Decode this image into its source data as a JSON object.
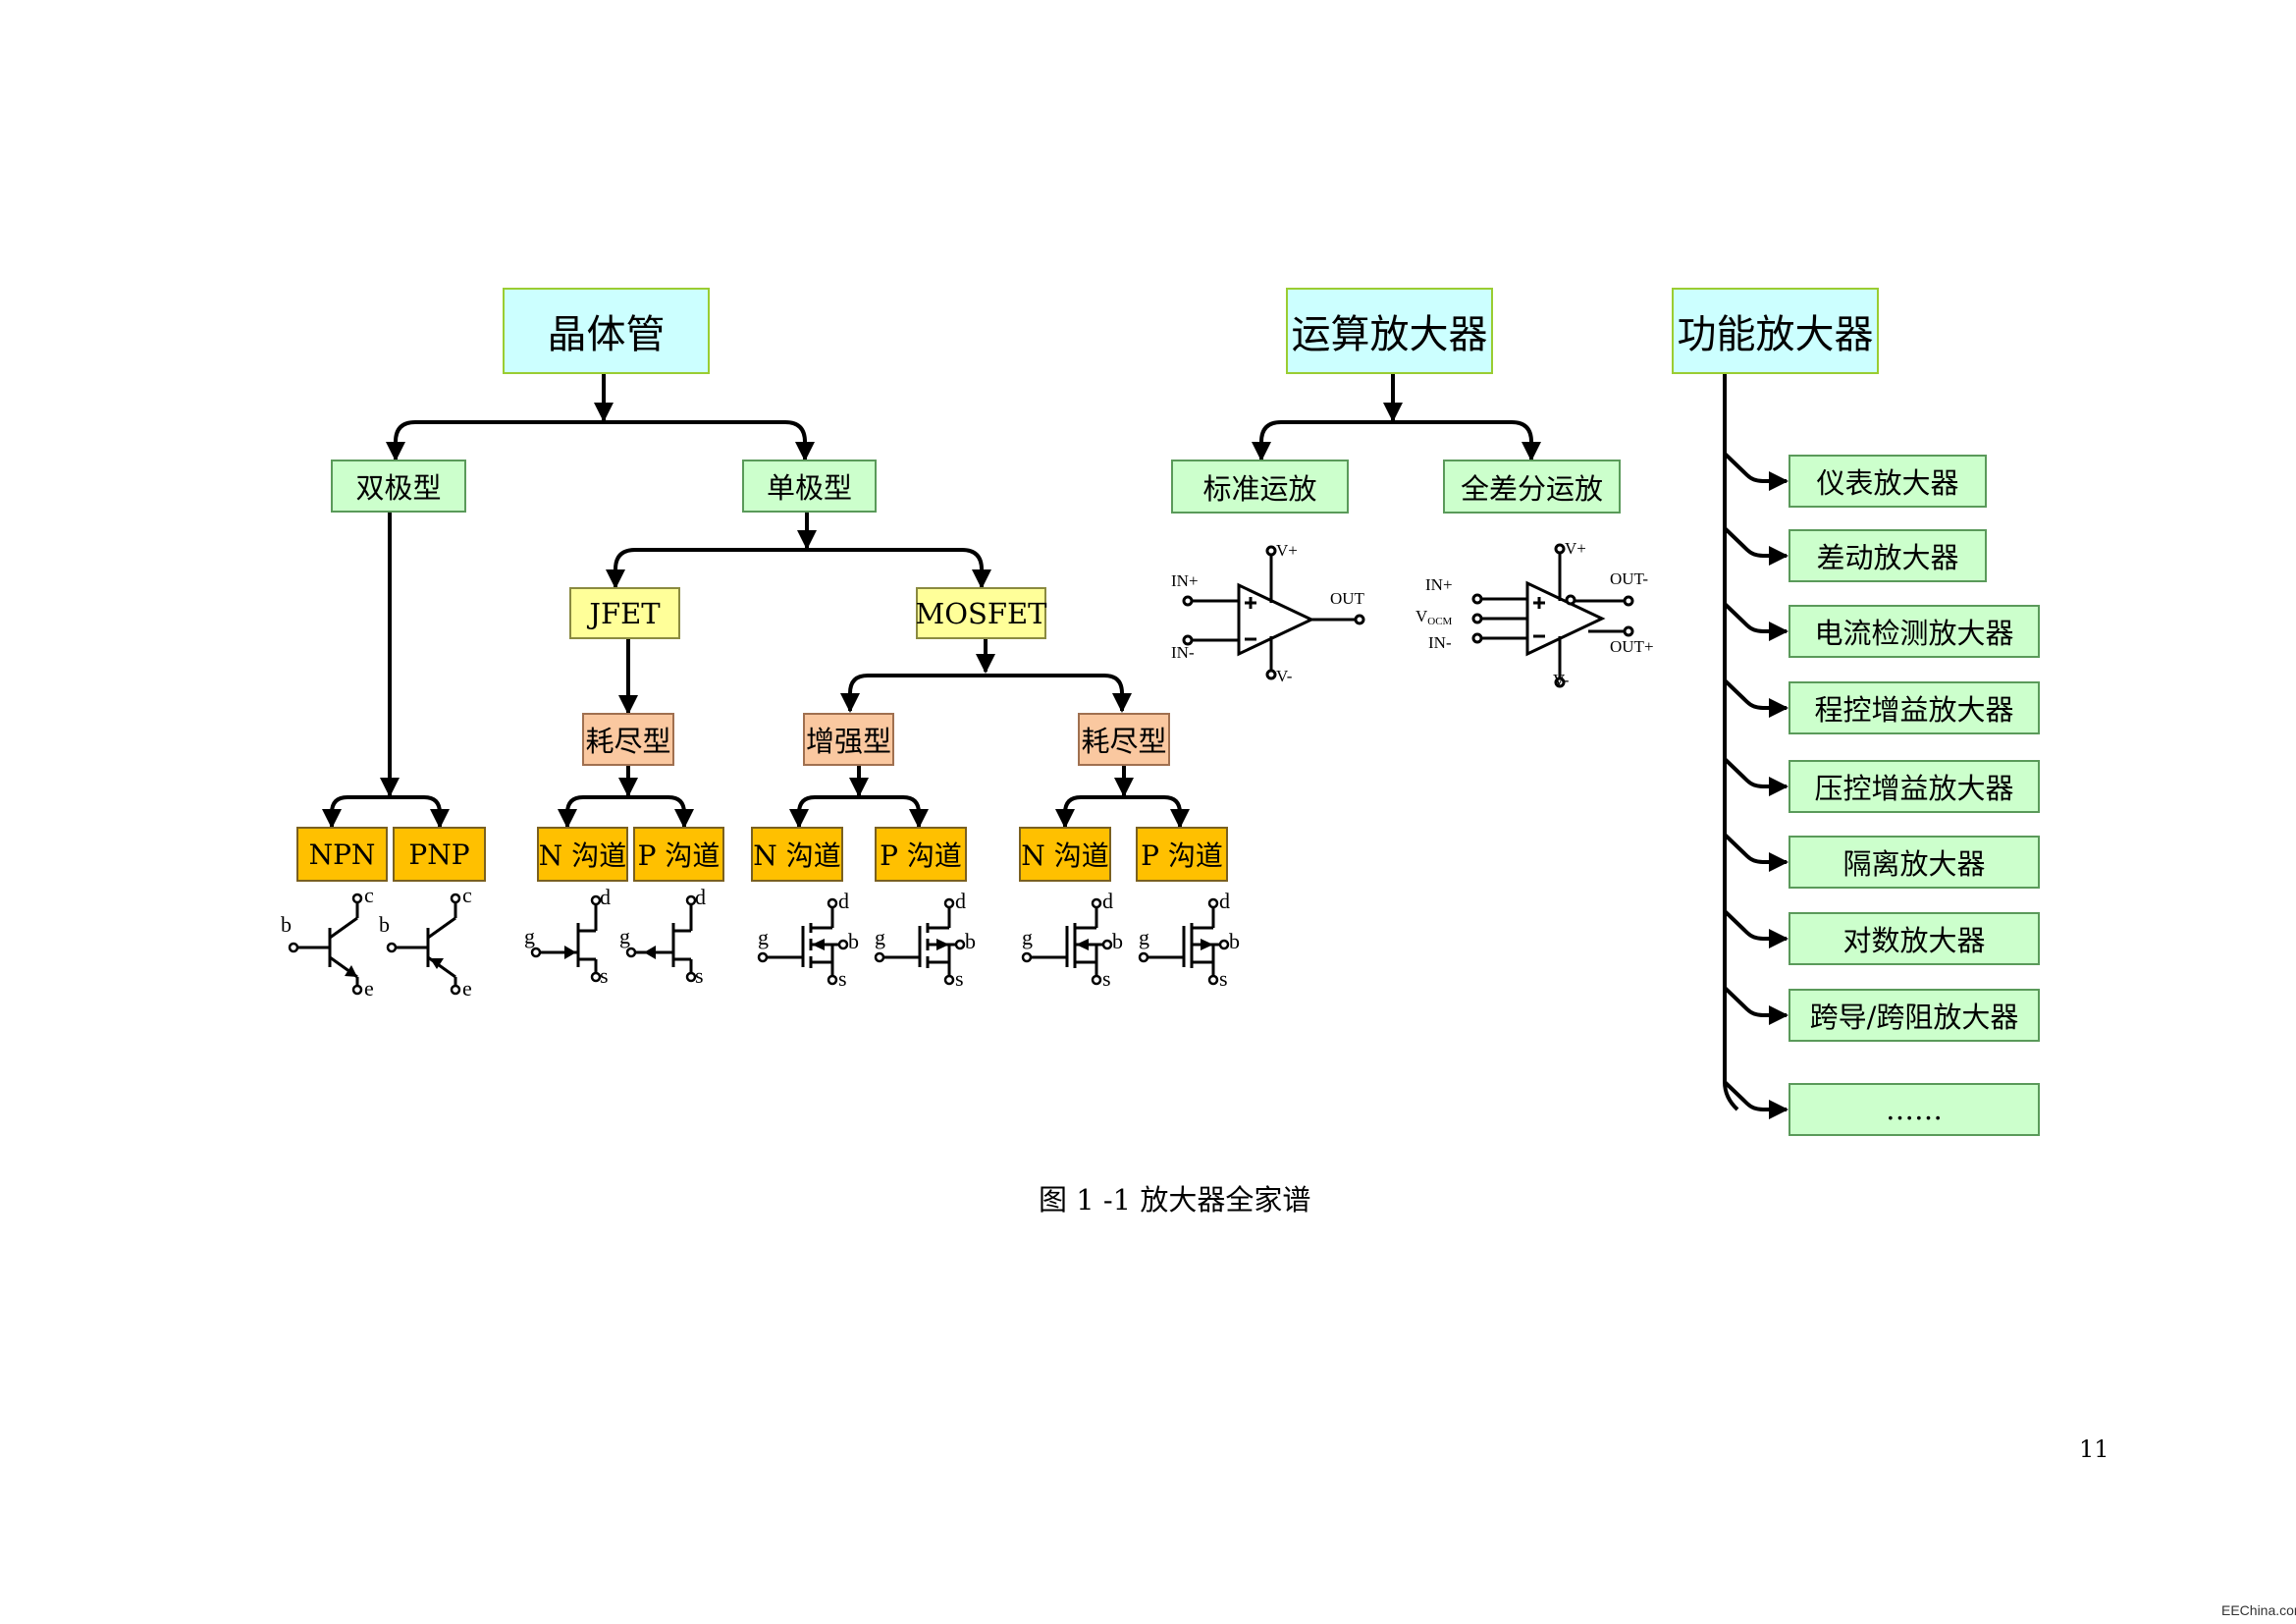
{
  "transistor": {
    "root": "晶体管",
    "bipolar": "双极型",
    "unipolar": "单极型",
    "npn": "NPN",
    "pnp": "PNP",
    "jfet": "JFET",
    "mosfet": "MOSFET",
    "jfet_depletion": "耗尽型",
    "mos_enhancement": "增强型",
    "mos_depletion": "耗尽型",
    "n_channel": "N 沟道",
    "p_channel": "P 沟道"
  },
  "opamp": {
    "root": "运算放大器",
    "standard": "标准运放",
    "fully_differential": "全差分运放",
    "std_pins": {
      "in_plus": "IN+",
      "in_minus": "IN-",
      "v_plus": "V+",
      "v_minus": "V-",
      "out": "OUT"
    },
    "fd_pins": {
      "in_plus": "IN+",
      "vocm_main": "V",
      "vocm_sub": "OCM",
      "in_minus": "IN-",
      "v_plus": "V+",
      "v_minus": "V-",
      "out_minus": "OUT-",
      "out_plus": "OUT+"
    }
  },
  "functional": {
    "root": "功能放大器",
    "items": [
      "仪表放大器",
      "差动放大器",
      "电流检测放大器",
      "程控增益放大器",
      "压控增益放大器",
      "隔离放大器",
      "对数放大器",
      "跨导/跨阻放大器",
      "……"
    ]
  },
  "symbol_pins": {
    "b": "b",
    "c": "c",
    "e": "e",
    "g": "g",
    "d": "d",
    "s": "s"
  },
  "caption": "图 1 -1 放大器全家谱",
  "page_number": "11",
  "footer": "EEChina.com",
  "colors": {
    "cyan_fill": "#ccffff",
    "green_fill": "#ccffcc",
    "yellow_fill": "#ffff99",
    "peach_fill": "#fac8a0",
    "orange_fill": "#ffc000"
  }
}
